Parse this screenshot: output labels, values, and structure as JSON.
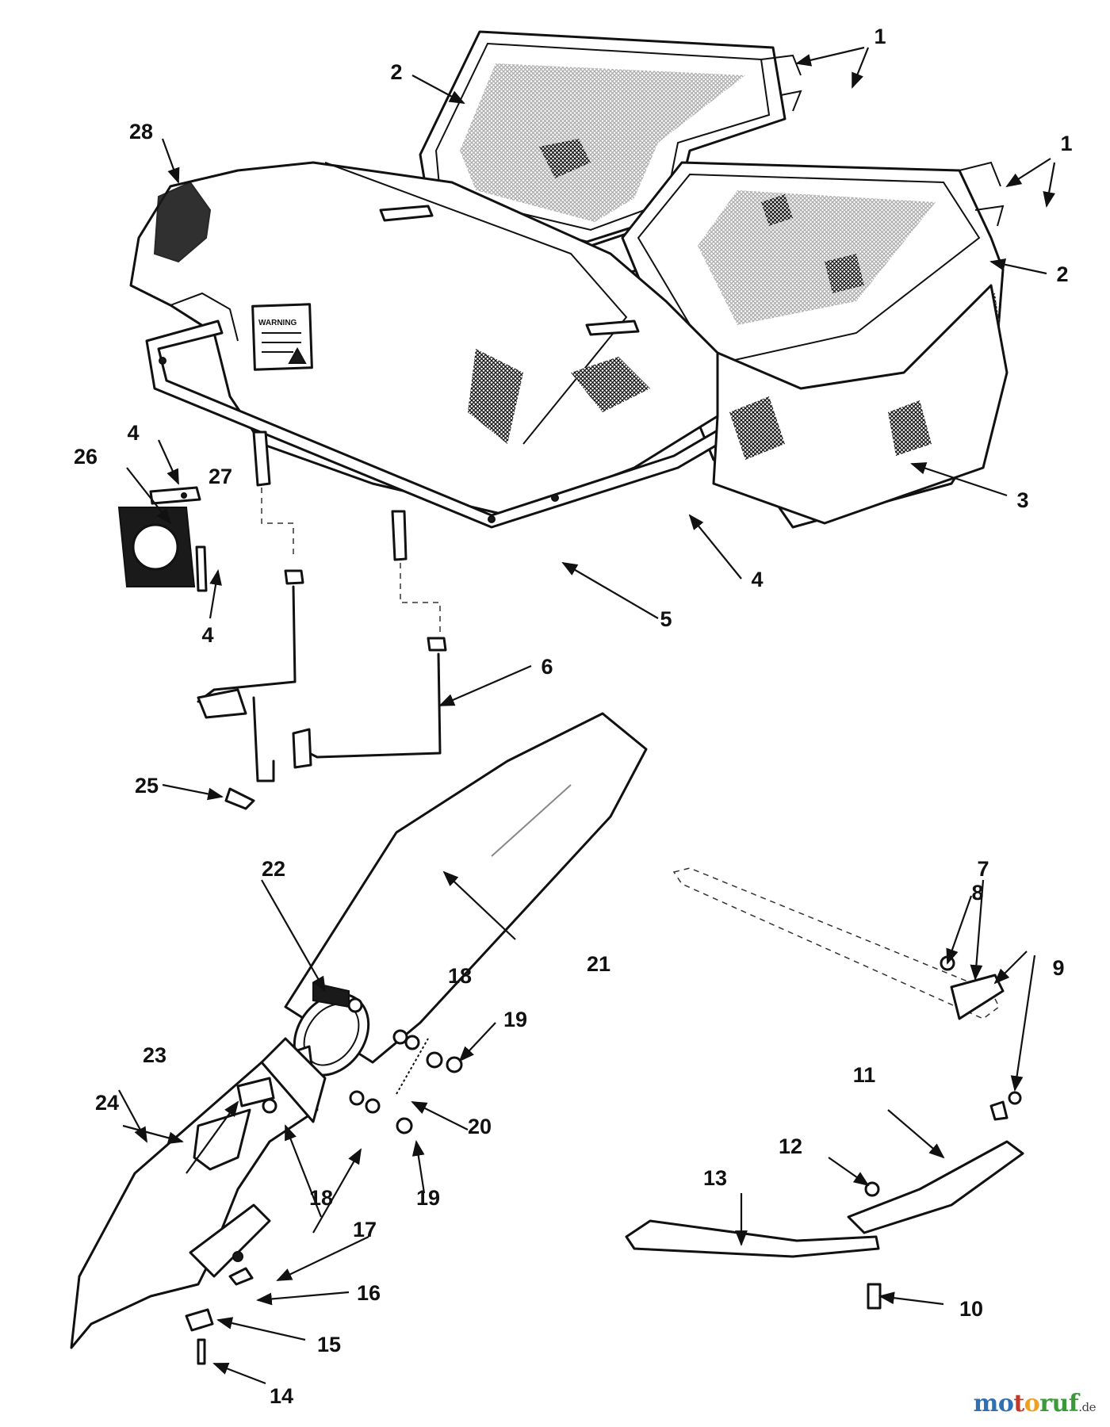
{
  "diagram": {
    "decal_text": "WARNING",
    "callouts": {
      "c1a": "1",
      "c1b": "1",
      "c2a": "2",
      "c2b": "2",
      "c3": "3",
      "c4a": "4",
      "c4b": "4",
      "c4c": "4",
      "c5": "5",
      "c6": "6",
      "c7": "7",
      "c8": "8",
      "c9": "9",
      "c10": "10",
      "c11": "11",
      "c12": "12",
      "c13": "13",
      "c14": "14",
      "c15": "15",
      "c16": "16",
      "c17": "17",
      "c18a": "18",
      "c18b": "18",
      "c19a": "19",
      "c19b": "19",
      "c20": "20",
      "c21": "21",
      "c22": "22",
      "c23": "23",
      "c24": "24",
      "c25": "25",
      "c26": "26",
      "c27": "27",
      "c28": "28"
    }
  },
  "watermark": {
    "parts": [
      "mo",
      "t",
      "o",
      "ruf"
    ],
    "suffix": ".de"
  }
}
